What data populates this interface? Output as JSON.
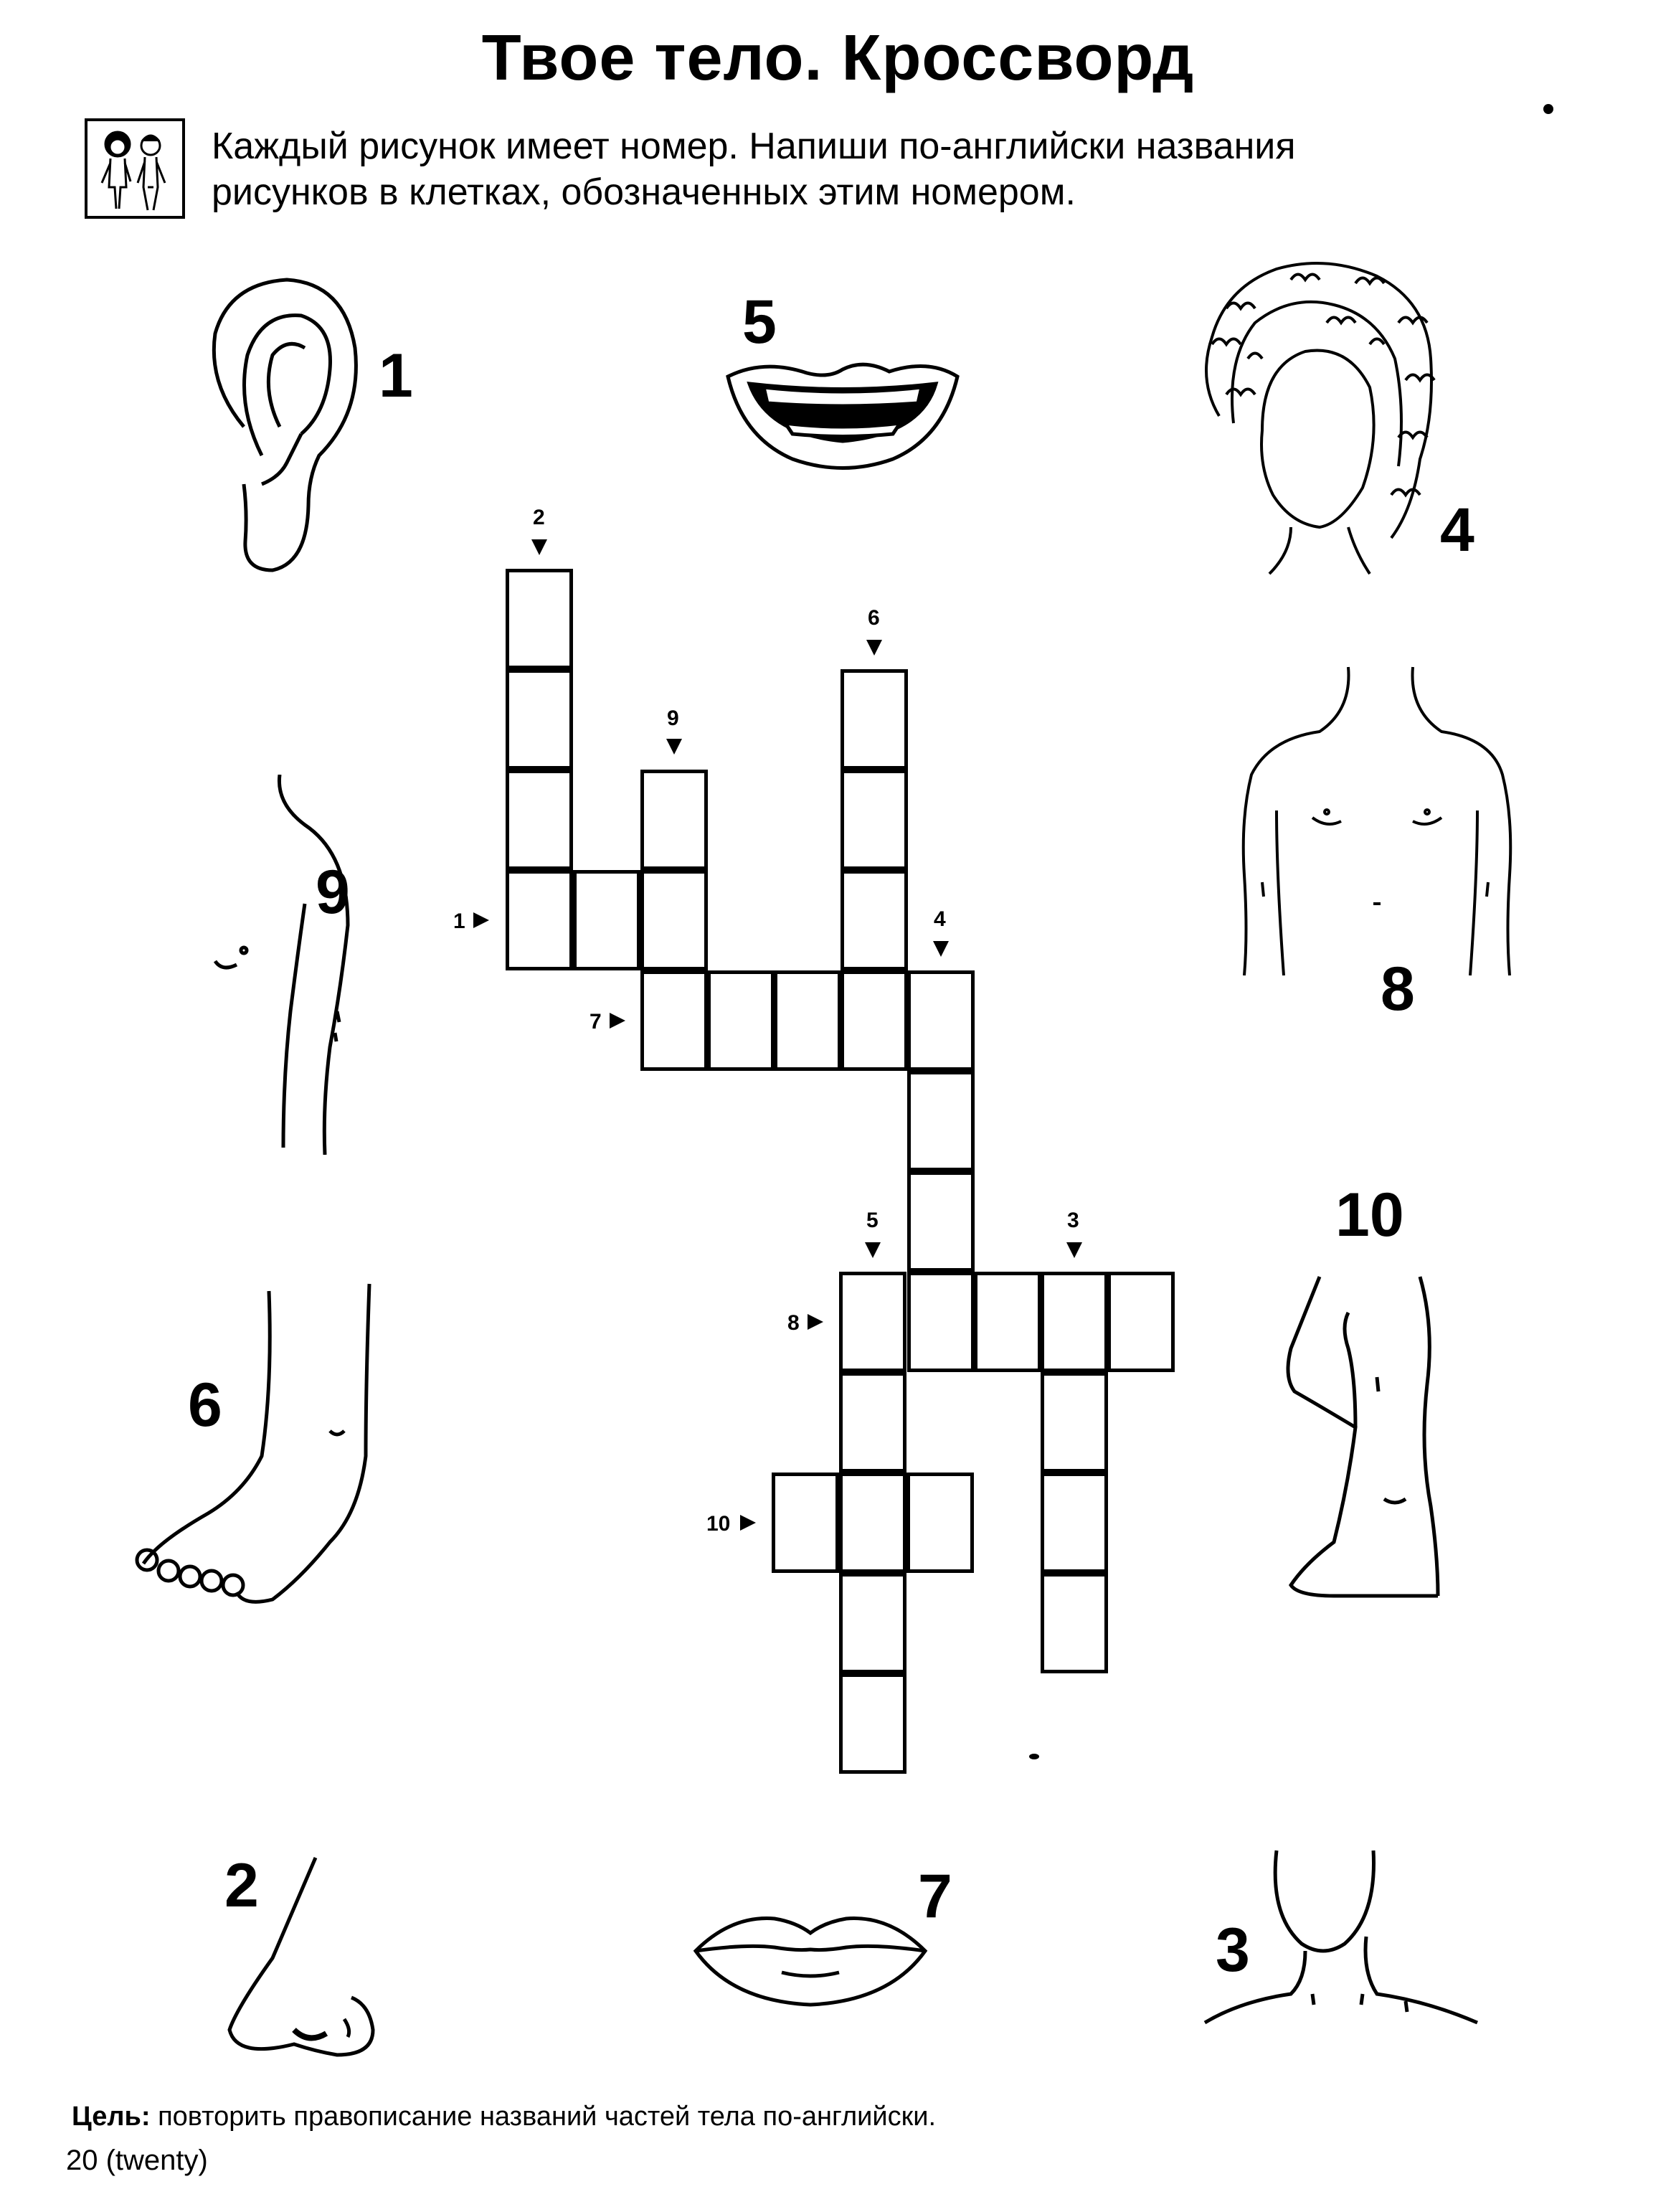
{
  "title": "Твое тело. Кроссворд",
  "instruction": {
    "line1": "Каждый рисунок имеет номер. Напиши по-английски названия",
    "line2": "рисунков в клетках, обозначенных этим номером."
  },
  "pictures": [
    {
      "id": "ear",
      "number": "1",
      "icon": "ear-icon"
    },
    {
      "id": "mouth",
      "number": "5",
      "icon": "mouth-icon"
    },
    {
      "id": "hair",
      "number": "4",
      "icon": "hair-icon"
    },
    {
      "id": "shoulder",
      "number": "9",
      "icon": "shoulder-icon"
    },
    {
      "id": "chest",
      "number": "8",
      "icon": "chest-icon"
    },
    {
      "id": "foot",
      "number": "6",
      "icon": "foot-icon"
    },
    {
      "id": "leg",
      "number": "10",
      "icon": "leg-icon"
    },
    {
      "id": "nose",
      "number": "2",
      "icon": "nose-icon"
    },
    {
      "id": "lips",
      "number": "7",
      "icon": "lips-icon"
    },
    {
      "id": "neck",
      "number": "3",
      "icon": "neck-icon"
    }
  ],
  "crossword_clues": {
    "down": [
      "2",
      "9",
      "6",
      "4",
      "5",
      "3"
    ],
    "across": [
      "1",
      "7",
      "8",
      "10"
    ]
  },
  "footer": {
    "goal_label": "Цель:",
    "goal_text": " повторить правописание названий частей тела по-английски.",
    "page": "20 (twenty)"
  }
}
